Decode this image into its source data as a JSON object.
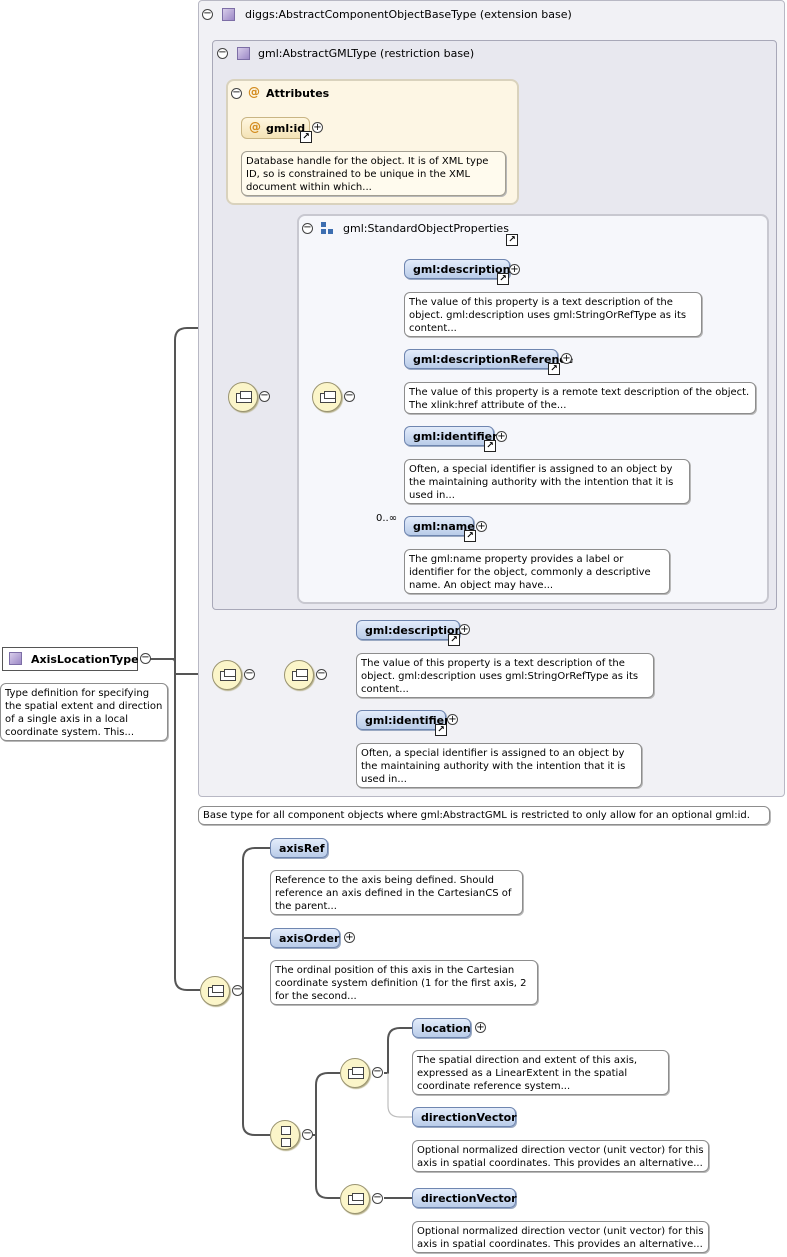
{
  "root": {
    "name": "AxisLocationType",
    "doc": "Type definition for specifying the spatial extent and direction of a single axis in a local coordinate system. This..."
  },
  "ext_base": {
    "title": "diggs:AbstractComponentObjectBaseType (extension base)",
    "doc": "Base type for all component objects where gml:AbstractGML is restricted to only allow for an optional gml:id."
  },
  "gml_base": {
    "title": "gml:AbstractGMLType (restriction base)"
  },
  "attributes": {
    "title": "Attributes",
    "id_name": "gml:id",
    "id_doc": "Database handle for the object. It is of XML type ID, so is constrained to be unique in the XML document within which..."
  },
  "std_props": {
    "title": "gml:StandardObjectProperties",
    "items": [
      {
        "name": "gml:description",
        "doc": "The value of this property is a text description of the object. gml:description uses gml:StringOrRefType as its content..."
      },
      {
        "name": "gml:descriptionReference",
        "doc": "The value of this property is a remote text description of the object. The xlink:href attribute of the..."
      },
      {
        "name": "gml:identifier",
        "doc": "Often, a special identifier is assigned to an object by the maintaining authority with the intention that it is used in..."
      },
      {
        "name": "gml:name",
        "doc": "The gml:name property provides a label or identifier for the object, commonly a descriptive name. An object may have...",
        "card": "0..∞"
      }
    ]
  },
  "restricted": {
    "items": [
      {
        "name": "gml:description",
        "doc": "The value of this property is a text description of the object. gml:description uses gml:StringOrRefType as its content..."
      },
      {
        "name": "gml:identifier",
        "doc": "Often, a special identifier is assigned to an object by the maintaining authority with the intention that it is used in..."
      }
    ]
  },
  "local": {
    "axisRef": {
      "name": "axisRef",
      "doc": "Reference to the axis being defined. Should reference an axis defined in the CartesianCS of the parent..."
    },
    "axisOrder": {
      "name": "axisOrder",
      "doc": "The ordinal position of this axis in the Cartesian coordinate system definition (1 for the first axis, 2 for the second..."
    },
    "location": {
      "name": "location",
      "doc": "The spatial direction and extent of this axis, expressed as a LinearExtent in the spatial coordinate reference system..."
    },
    "dirVec1": {
      "name": "directionVector",
      "doc": "Optional normalized direction vector (unit vector) for this axis in spatial coordinates. This provides an alternative..."
    },
    "dirVec2": {
      "name": "directionVector",
      "doc": "Optional normalized direction vector (unit vector) for this axis in spatial coordinates. This provides an alternative..."
    }
  },
  "symbols": {
    "collapse": "−",
    "expand": "+",
    "link": "↗"
  }
}
